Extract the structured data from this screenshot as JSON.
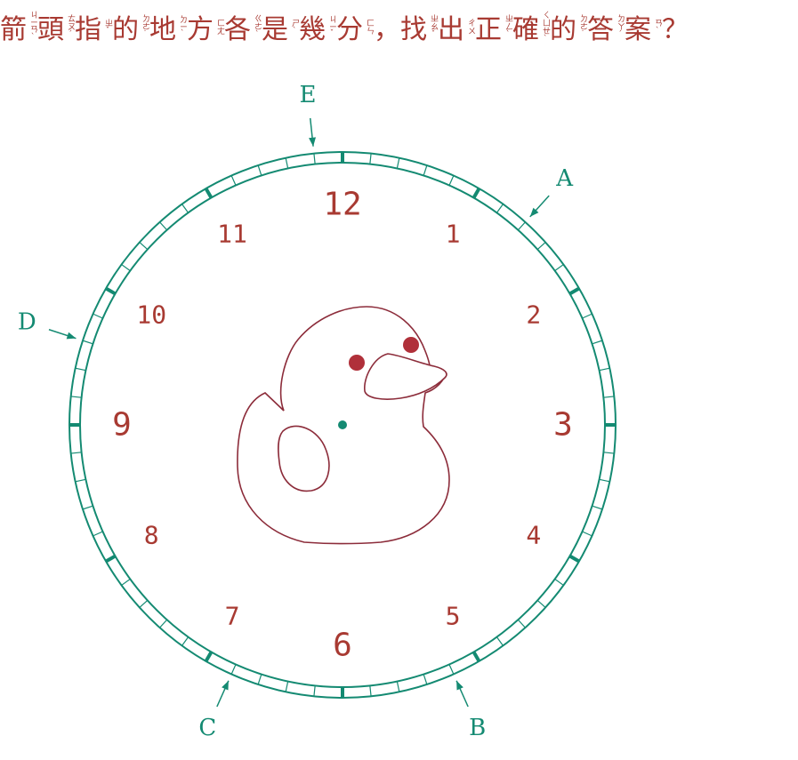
{
  "question": {
    "chars": [
      {
        "c": "箭",
        "z": "ㄐㄧㄢˋ"
      },
      {
        "c": "頭",
        "z": "ㄊㄡˊ"
      },
      {
        "c": "指",
        "z": "ㄓˇ"
      },
      {
        "c": "的",
        "z": "ㄉㄜ˙"
      },
      {
        "c": "地",
        "z": "ㄉㄧˋ"
      },
      {
        "c": "方",
        "z": "ㄈㄤ"
      },
      {
        "c": "各",
        "z": "ㄍㄜˋ"
      },
      {
        "c": "是",
        "z": "ㄕˋ"
      },
      {
        "c": "幾",
        "z": "ㄐㄧˇ"
      },
      {
        "c": "分",
        "z": "ㄈㄣ"
      },
      {
        "c": "，",
        "z": ""
      },
      {
        "c": "找",
        "z": "ㄓㄠˇ"
      },
      {
        "c": "出",
        "z": "ㄔㄨ"
      },
      {
        "c": "正",
        "z": "ㄓㄥˋ"
      },
      {
        "c": "確",
        "z": "ㄑㄩㄝˋ"
      },
      {
        "c": "的",
        "z": "ㄉㄜ˙"
      },
      {
        "c": "答",
        "z": "ㄉㄚˊ"
      },
      {
        "c": "案",
        "z": "ㄢˋ"
      },
      {
        "c": "？",
        "z": ""
      }
    ]
  },
  "clock": {
    "numbers": [
      "12",
      "1",
      "2",
      "3",
      "4",
      "5",
      "6",
      "7",
      "8",
      "9",
      "10",
      "11"
    ],
    "arrows": [
      {
        "label": "A",
        "minute": 7
      },
      {
        "label": "B",
        "minute": 26
      },
      {
        "label": "C",
        "minute": 34
      },
      {
        "label": "D",
        "minute": 48
      },
      {
        "label": "E",
        "minute": 59
      }
    ],
    "center_icon": "duck-icon"
  },
  "colors": {
    "title": "#a83a32",
    "numbers": "#a83a32",
    "ring": "#148a72",
    "arrows": "#148a72",
    "duck": "#8c2c3a",
    "eyes": "#b0303a"
  }
}
